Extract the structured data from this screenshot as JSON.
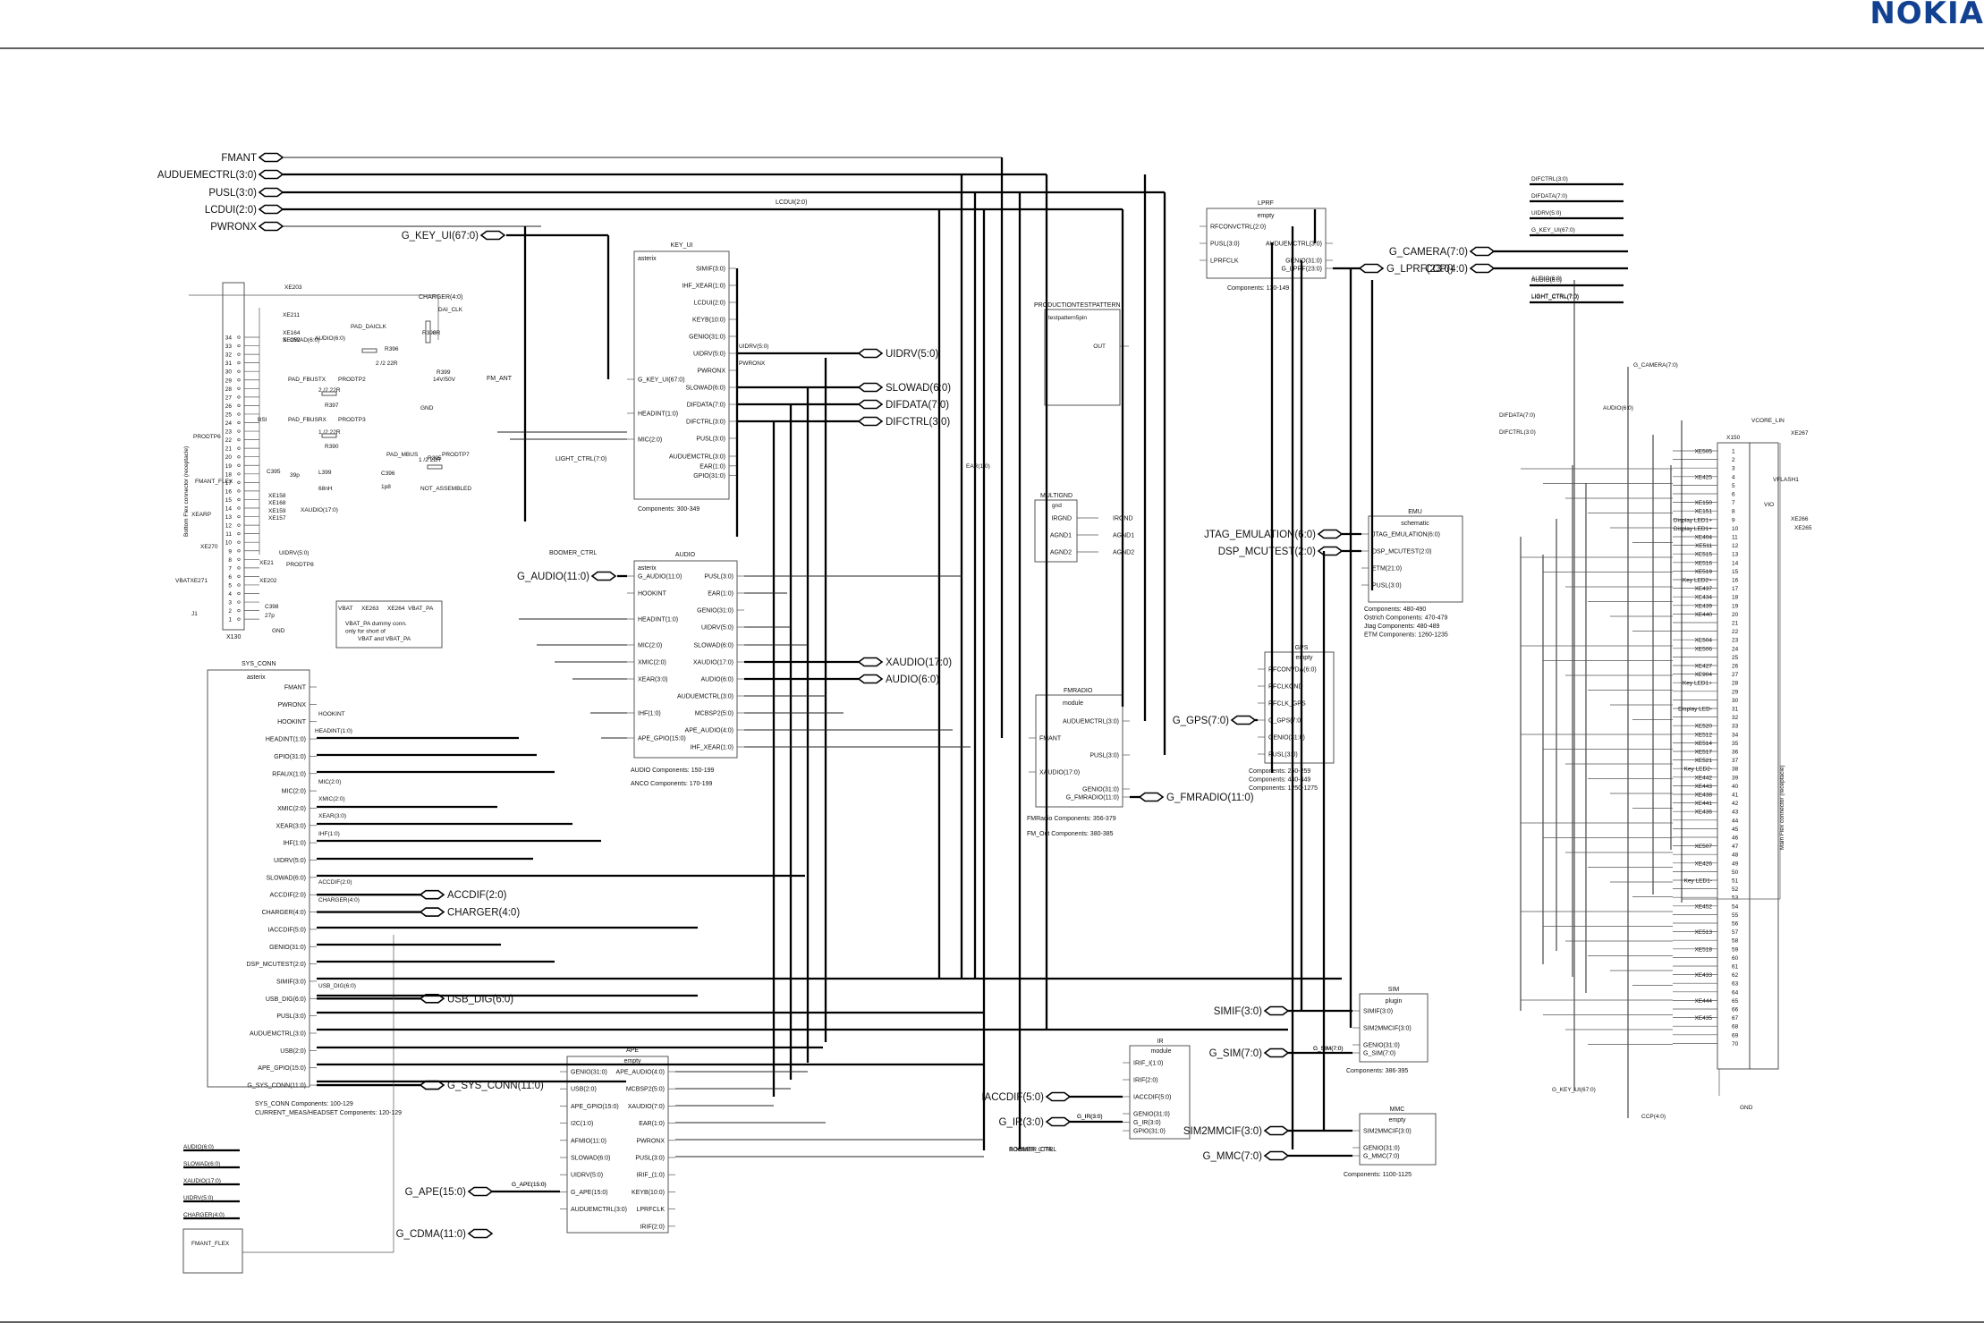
{
  "brand": {
    "logo_text": "NOKIA",
    "logo_color": "#124191"
  },
  "left_ports": [
    "FMANT",
    "AUDUEMECTRL(3:0)",
    "PUSL(3:0)",
    "LCDUI(2:0)",
    "PWRONX"
  ],
  "top_nets": {
    "g_key_ui": "G_KEY_UI(67:0)",
    "lcdui": "LCDUI(2:0)",
    "charger": "CHARGER(4:0)",
    "light_ctrl": "LIGHT_CTRL(7:0)",
    "boomer_ctrl": "BOOMER_CTRL",
    "fm_ant": "FM_ANT"
  },
  "key_ui": {
    "title": "KEY_UI",
    "subtitle": "asterix",
    "left_pins": [
      "G_KEY_UI(67:0)",
      "HEADINT(1:0)",
      "MIC(2:0)"
    ],
    "right_pins": [
      "SIMIF(3:0)",
      "IHF_XEAR(1:0)",
      "LCDUI(2:0)",
      "KEYB(10:0)",
      "GENIO(31:0)",
      "UIDRV(5:0)",
      "PWRONX",
      "SLOWAD(6:0)",
      "DIFDATA(7:0)",
      "DIFCTRL(3:0)",
      "PUSL(3:0)",
      "AUDUEMCTRL(3:0)",
      "EAR(1:0)",
      "GPIO(31:0)"
    ],
    "note": "Components: 300-349"
  },
  "key_ui_ports": [
    "UIDRV(5:0)",
    "SLOWAD(6:0)",
    "DIFDATA(7:0)",
    "DIFCTRL(3:0)"
  ],
  "audio": {
    "title": "AUDIO",
    "subtitle": "asterix",
    "left_pins": [
      "G_AUDIO(11:0)",
      "HOOKINT",
      "HEADINT(1:0)",
      "MIC(2:0)",
      "XMIC(2:0)",
      "XEAR(3:0)",
      "IHF(1:0)",
      "APE_GPIO(15:0)"
    ],
    "right_pins": [
      "PUSL(3:0)",
      "EAR(1:0)",
      "GENIO(31:0)",
      "UIDRV(5:0)",
      "SLOWAD(6:0)",
      "XAUDIO(17:0)",
      "AUDIO(6:0)",
      "AUDUEMCTRL(3:0)",
      "MCBSP2(5:0)",
      "APE_AUDIO(4:0)",
      "IHF_XEAR(1:0)"
    ],
    "note1": "AUDIO Components: 150-199",
    "note2": "ANCO Components: 170-199"
  },
  "audio_ports": [
    "G_AUDIO(11:0)",
    "XAUDIO(17:0)",
    "AUDIO(6:0)"
  ],
  "sys_conn": {
    "title": "SYS_CONN",
    "subtitle": "asterix",
    "pins": [
      "FMANT",
      "PWRONX",
      "HOOKINT",
      "HEADINT(1:0)",
      "GPIO(31:0)",
      "RFAUX(1:0)",
      "MIC(2:0)",
      "XMIC(2:0)",
      "XEAR(3:0)",
      "IHF(1:0)",
      "UIDRV(5:0)",
      "SLOWAD(6:0)",
      "ACCDIF(2:0)",
      "CHARGER(4:0)",
      "IACCDIF(5:0)",
      "GENIO(31:0)",
      "DSP_MCUTEST(2:0)",
      "SIMIF(3:0)",
      "USB_DIG(6:0)",
      "PUSL(3:0)",
      "AUDUEMCTRL(3:0)",
      "USB(2:0)",
      "APE_GPIO(15:0)",
      "G_SYS_CONN(11:0)"
    ],
    "note1": "SYS_CONN Components: 100-129",
    "note2": "CURRENT_MEAS/HEADSET Components: 120-129"
  },
  "sys_ports": [
    "ACCDIF(2:0)",
    "CHARGER(4:0)",
    "USB_DIG(6:0)",
    "G_SYS_CONN(11:0)"
  ],
  "ape": {
    "title": "APE",
    "subtitle": "empty",
    "left_pins": [
      "GENIO(31:0)",
      "USB(2:0)",
      "APE_GPIO(15:0)",
      "I2C(1:0)",
      "AFMIO(11:0)",
      "SLOWAD(6:0)",
      "UIDRV(5:0)",
      "G_APE(15:0)",
      "AUDUEMCTRL(3:0)"
    ],
    "right_pins": [
      "APE_AUDIO(4:0)",
      "MCBSP2(5:0)",
      "XAUDIO(7:0)",
      "EAR(1:0)",
      "PWRONX",
      "PUSL(3:0)",
      "IRIF_(1:0)",
      "KEYB(10:0)",
      "LPRFCLK",
      "IRIF(2:0)"
    ]
  },
  "ape_ports": [
    "G_APE(15:0)",
    "G_CDMA(11:0)"
  ],
  "lprf": {
    "title": "LPRF",
    "subtitle": "empty",
    "left_pins": [
      "RFCONVCTRL(2:0)",
      "PUSL(3:0)",
      "LPRFCLK"
    ],
    "right_pins": [
      "AUDUEMCTRL(3:0)",
      "GENIO(31:0)",
      "G_LPRF(23:0)"
    ],
    "note": "Components: 130-149",
    "port": "G_LPRF(23:0)"
  },
  "production": {
    "title": "PRODUCTIONTESTPATTERN",
    "subtitle": "testpattern5pin",
    "pin": "OUT"
  },
  "multignd": {
    "title": "MULTIGND",
    "subtitle": "gnd",
    "pins": [
      "IRGND",
      "AGND1",
      "AGND2"
    ]
  },
  "emu": {
    "title": "EMU",
    "subtitle": "schematic",
    "pins": [
      "JTAG_EMULATION(6:0)",
      "DSP_MCUTEST(2:0)",
      "ETM(21:0)",
      "PUSL(3:0)"
    ],
    "notes": [
      "Components: 480-490",
      "Ostrich Components: 470-479",
      "Jtag Components: 480-489",
      "ETM Components: 1260-1235"
    ],
    "ports": [
      "JTAG_EMULATION(6:0)",
      "DSP_MCUTEST(2:0)"
    ]
  },
  "gps": {
    "title": "GPS",
    "subtitle": "empty",
    "pins": [
      "RFCONVDA(6:0)",
      "RFCLKGND",
      "RFCLK_GPS",
      "G_GPS(7:0)",
      "GENIO(31:0)",
      "PUSL(3:0)"
    ],
    "notes": [
      "Components: 250-259",
      "Components: 440-449",
      "Components: 1250-1275"
    ],
    "port": "G_GPS(7:0)"
  },
  "fmradio": {
    "title": "FMRADIO",
    "subtitle": "module",
    "left_pins": [
      "FMANT",
      "XAUDIO(17:0)"
    ],
    "right_pins": [
      "AUDUEMCTRL(3:0)",
      "PUSL(3:0)",
      "GENIO(31:0)",
      "G_FMRADIO(11:0)"
    ],
    "notes": [
      "FMRadio Components: 356-379",
      "FM_Out Components: 380-385"
    ],
    "port": "G_FMRADIO(11:0)"
  },
  "sim": {
    "title": "SIM",
    "subtitle": "plugin",
    "pins": [
      "SIMIF(3:0)",
      "SIM2MMCIF(3:0)",
      "GENIO(31:0)",
      "G_SIM(7:0)"
    ],
    "note": "Components: 386-395"
  },
  "sim_ports": [
    "SIMIF(3:0)",
    "G_SIM(7:0)",
    "SIM2MMCIF(3:0)",
    "G_MMC(7:0)"
  ],
  "mmc": {
    "title": "MMC",
    "subtitle": "empty",
    "pins": [
      "SIM2MMCIF(3:0)",
      "GENIO(31:0)",
      "G_MMC(7:0)"
    ],
    "note": "Components: 1100-1125"
  },
  "ir": {
    "title": "IR",
    "subtitle": "module",
    "pins": [
      "IRIF_I(1:0)",
      "IRIF(2:0)",
      "IACCDIF(5:0)",
      "GENIO(31:0)",
      "G_IR(3:0)",
      "GPIO(31:0)"
    ]
  },
  "ir_ports": [
    "IACCDIF(5:0)",
    "G_IR(3:0)"
  ],
  "right_buses": [
    "DIFCTRL(3:0)",
    "DIFDATA(7:0)",
    "UIDRV(5:0)",
    "G_KEY_UI(67:0)"
  ],
  "right_ports": [
    "G_CAMERA(7:0)",
    "CCP(4:0)"
  ],
  "right_bus_labels": [
    "AUDIO(6:0)",
    "LIGHT_CTRL(7:0)",
    "G_CAMERA(7:0)",
    "AUDIO(6:0)",
    "DIFDATA(7:0)",
    "DIFCTRL(3:0)",
    "VCORE_LIN",
    "VFLASH1",
    "VIO",
    "X150",
    "GND",
    "G_KEY_UI(67:0)",
    "CCP(4:0)",
    "Main Flex connector (receptacle)"
  ],
  "x150_signals": [
    "XE505",
    "XE425",
    "XE150",
    "XE151",
    "Display LED1+",
    "Display LED1+",
    "XE404",
    "XE511",
    "XE515",
    "XE516",
    "XE519",
    "Key LED2+",
    "XE437",
    "XE434",
    "XE439",
    "XE440",
    "XE504",
    "XE506",
    "XE427",
    "XE904",
    "Key LED1+",
    "Display LED-",
    "XE520",
    "XE512",
    "XE514",
    "XE517",
    "XE521",
    "Key LED2-",
    "XE442",
    "XE443",
    "XE438",
    "XE441",
    "XE436",
    "XE507",
    "XE426",
    "Key LED1-",
    "XE452",
    "XE513",
    "XE518",
    "XE433",
    "XE444",
    "XE435",
    "XE267",
    "XE266",
    "XE265"
  ],
  "x130": {
    "name": "X130",
    "connector": "Bottom Flex connector (receptacle)",
    "labels": [
      "XE203",
      "XE211",
      "XE164",
      "XE152",
      "SLOWAD(6:0)",
      "AUDIO(6:0)",
      "PAD_DAICLK",
      "DAI_CLK",
      "R398",
      "R396",
      "R399",
      "2 /2 22R",
      "0R",
      "14V/50V",
      "GND",
      "PAD_FBUSTX",
      "PRODTP2",
      "R397",
      "2 /2 22R",
      "BSI",
      "PAD_FBUSRX",
      "PRODTP3",
      "1 /2 22R",
      "R390",
      "PRODTP6",
      "PAD_MBUS",
      "R395",
      "PRODTP7",
      "C395",
      "L399",
      "39p",
      "68nH",
      "C396",
      "1p8",
      "1 /2 22R",
      "NOT_ASSEMBLED",
      "FMANT_FLEX",
      "XEARP",
      "XE158",
      "XE168",
      "XE159",
      "XE157",
      "XAUDIO(17:0)",
      "XE270",
      "XE21",
      "XE202",
      "UIDRV(5:0)",
      "PRODTP8",
      "VBATXE271",
      "J1",
      "C398",
      "27p",
      "GND"
    ],
    "pin_numbers": [
      "34",
      "33",
      "32",
      "31",
      "30",
      "29",
      "28",
      "27",
      "26",
      "25",
      "24",
      "23",
      "22",
      "21",
      "20",
      "19",
      "18",
      "17",
      "16",
      "15",
      "14",
      "13",
      "12",
      "11",
      "10",
      "9",
      "8",
      "7",
      "6",
      "5",
      "4",
      "3",
      "2",
      "1"
    ]
  },
  "vbat_note": {
    "labels": [
      "VBAT",
      "XE263",
      "XE264",
      "VBAT_PA"
    ],
    "lines": [
      "VBAT_PA dummy conn.",
      "only for short of",
      "VBAT and VBAT_PA"
    ]
  },
  "hierarchy_labels": [
    "HOOKINT",
    "HEADINT(1:0)",
    "MIC(2:0)",
    "XMIC(2:0)",
    "XEAR(3:0)",
    "IHF(1:0)",
    "ACCDIF(2:0)",
    "CHARGER(4:0)",
    "USB_DIG(6:0)",
    "G_APE(15:0)",
    "G_IR(3:0)",
    "G_SIM(7:0)",
    "EAR(1:0)",
    "UIDRV(5:0)",
    "PWRONX",
    "BOOMER_CTRL"
  ],
  "bottom_left_legend": [
    "AUDIO(6:0)",
    "SLOWAD(6:0)",
    "XAUDIO(17:0)",
    "UIDRV(5:0)",
    "CHARGER(4:0)"
  ],
  "fmant_flex": "FMANT_FLEX",
  "right_top_labels": [
    "DIFCTRL(3:0)",
    "DIFDATA(7:0)",
    "UIDRV(5:0)",
    "G_KEY_UI(67:0)",
    "AUDIO(6:0)",
    "LIGHT_CTRL(7:0)"
  ]
}
